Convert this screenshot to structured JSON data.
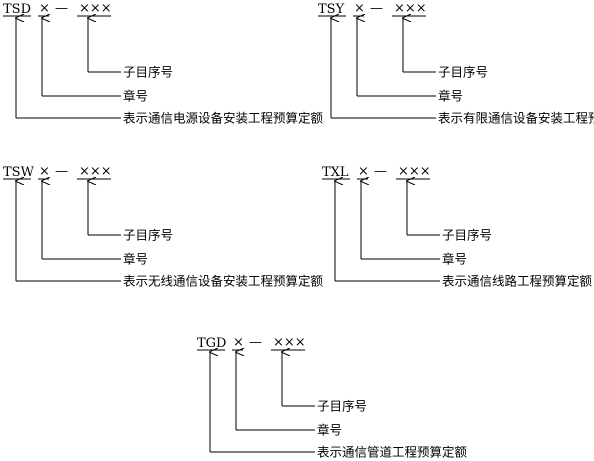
{
  "diagrams": [
    {
      "code": "TSD",
      "chapter_mark": "×",
      "dash": "—",
      "sub_mark": "×××",
      "labels": {
        "sub": "子目序号",
        "chapter": "章号",
        "desc": "表示通信电源设备安装工程预算定额"
      }
    },
    {
      "code": "TSY",
      "chapter_mark": "×",
      "dash": "—",
      "sub_mark": "×××",
      "labels": {
        "sub": "子目序号",
        "chapter": "章号",
        "desc": "表示有限通信设备安装工程预算定额"
      }
    },
    {
      "code": "TSW",
      "chapter_mark": "×",
      "dash": "—",
      "sub_mark": "×××",
      "labels": {
        "sub": "子目序号",
        "chapter": "章号",
        "desc": "表示无线通信设备安装工程预算定额"
      }
    },
    {
      "code": "TXL",
      "chapter_mark": "×",
      "dash": "—",
      "sub_mark": "×××",
      "labels": {
        "sub": "子目序号",
        "chapter": "章号",
        "desc": "表示通信线路工程预算定额"
      }
    },
    {
      "code": "TGD",
      "chapter_mark": "×",
      "dash": "—",
      "sub_mark": "×××",
      "labels": {
        "sub": "子目序号",
        "chapter": "章号",
        "desc": "表示通信管道工程预算定额"
      }
    }
  ]
}
